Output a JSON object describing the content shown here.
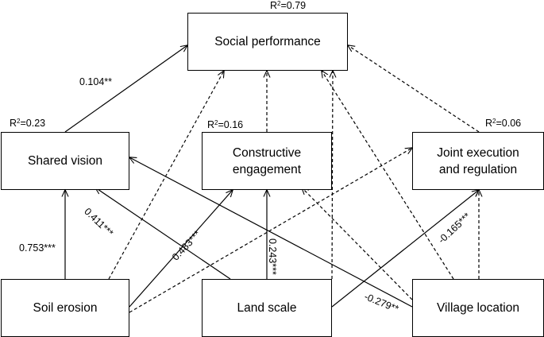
{
  "nodes": {
    "social": {
      "label": "Social performance",
      "r2": "0.79"
    },
    "shared": {
      "label": "Shared vision",
      "r2": "0.23"
    },
    "constructive": {
      "label": "Constructive\nengagement",
      "r2": "0.16"
    },
    "joint": {
      "label": "Joint execution\nand regulation",
      "r2": "0.06"
    },
    "soil": {
      "label": "Soil erosion"
    },
    "land": {
      "label": "Land scale"
    },
    "village": {
      "label": "Village location"
    }
  },
  "r2_prefix": "R",
  "r2_suffix": "=",
  "paths": [
    {
      "from": "shared",
      "to": "social",
      "style": "solid",
      "coef": "0.104**"
    },
    {
      "from": "soil",
      "to": "shared",
      "style": "solid",
      "coef": "0.753***"
    },
    {
      "from": "land",
      "to": "shared",
      "style": "solid",
      "coef": "0.411***"
    },
    {
      "from": "soil",
      "to": "constructive",
      "style": "solid",
      "coef": "0.483***"
    },
    {
      "from": "land",
      "to": "constructive",
      "style": "solid",
      "coef": "0.243***"
    },
    {
      "from": "land",
      "to": "joint",
      "style": "solid",
      "coef": "-0.165***"
    },
    {
      "from": "village",
      "to": "shared",
      "style": "solid",
      "coef": "-0.279**"
    },
    {
      "from": "constructive",
      "to": "social",
      "style": "dashed",
      "coef": ""
    },
    {
      "from": "joint",
      "to": "social",
      "style": "dashed",
      "coef": ""
    },
    {
      "from": "soil",
      "to": "social",
      "style": "dashed",
      "coef": ""
    },
    {
      "from": "land",
      "to": "social",
      "style": "dashed",
      "coef": ""
    },
    {
      "from": "village",
      "to": "social",
      "style": "dashed",
      "coef": ""
    },
    {
      "from": "soil",
      "to": "joint",
      "style": "dashed",
      "coef": ""
    },
    {
      "from": "village",
      "to": "constructive",
      "style": "dashed",
      "coef": ""
    },
    {
      "from": "village",
      "to": "joint",
      "style": "dashed",
      "coef": ""
    }
  ]
}
